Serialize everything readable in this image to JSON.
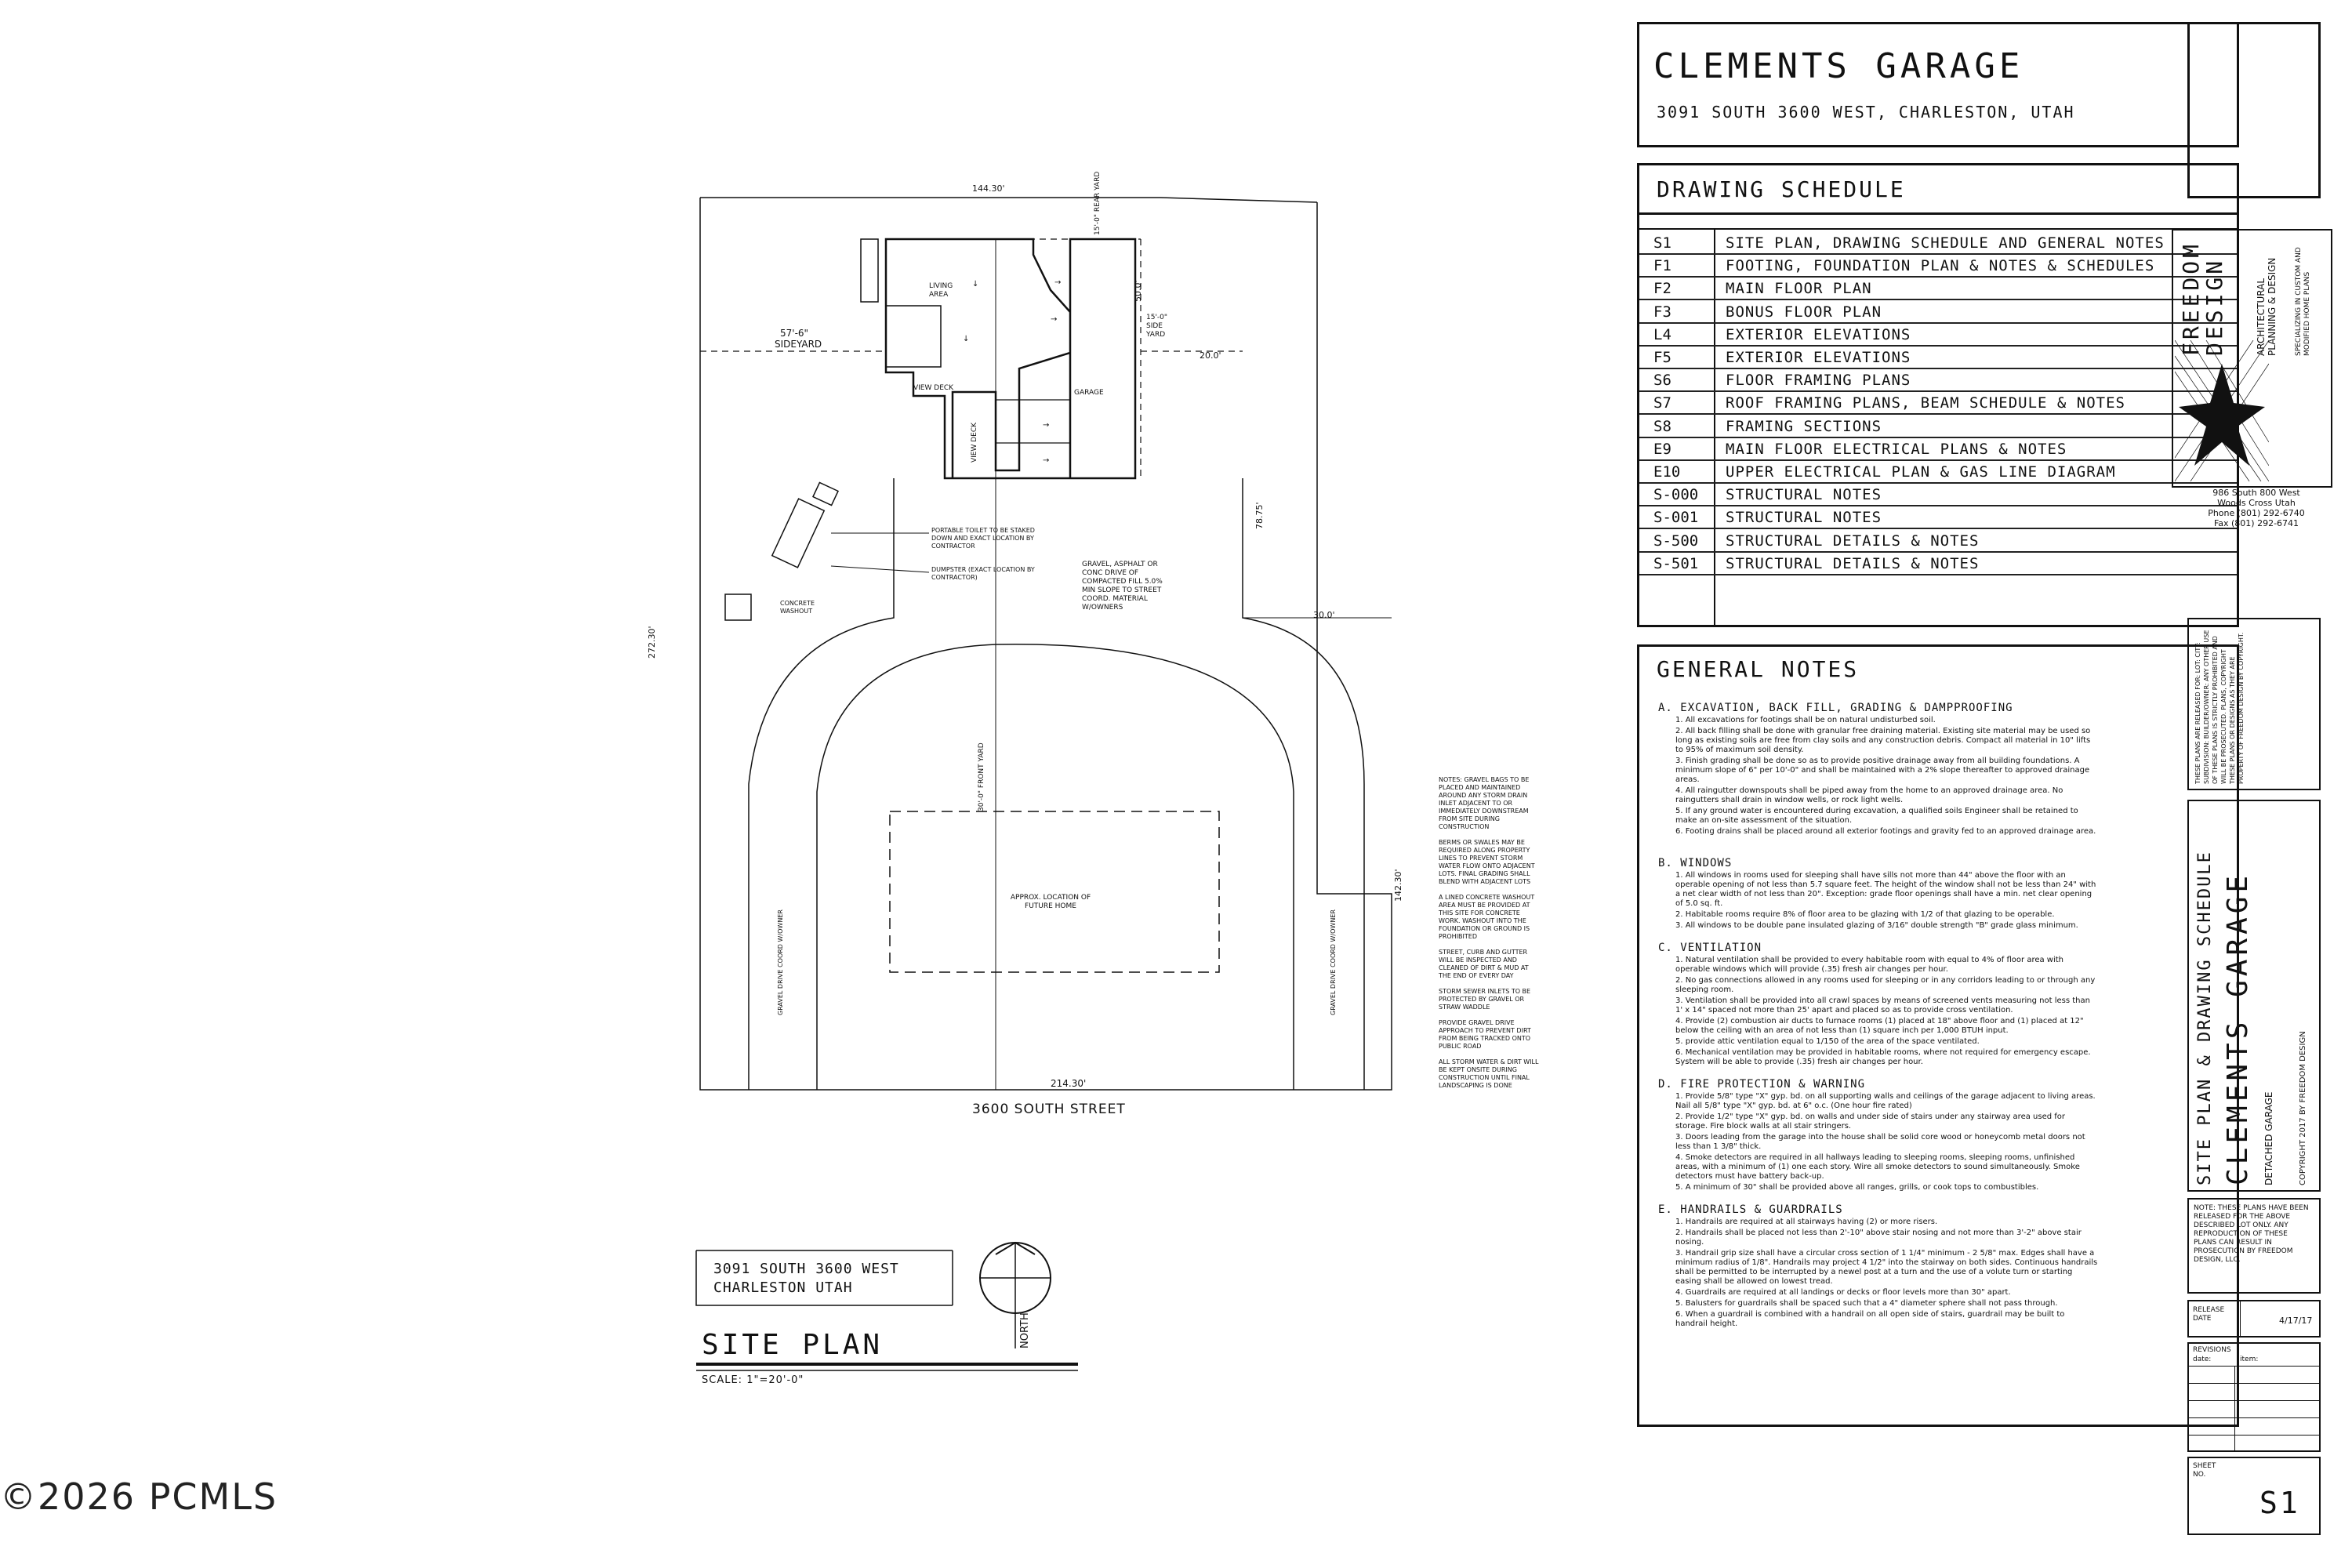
{
  "watermark": "©2026 PCMLS",
  "site_plan": {
    "title": "SITE PLAN",
    "scale": "SCALE: 1\"=20'-0\"",
    "address_line1": "3091 SOUTH 3600 WEST",
    "address_line2": "CHARLESTON UTAH",
    "street": "3600 SOUTH STREET",
    "north": "NORTH",
    "dims": {
      "top": "144.30'",
      "bottom": "214.30'",
      "left": "272.30'",
      "right": "142.30'",
      "right2": "78.75'",
      "sideyard": "57'-6\"",
      "sideyard_label": "SIDEYARD",
      "rear_yard": "15'-0\" REAR YARD",
      "side_yard": "15'-0\" SIDE YARD",
      "d20": "20.0'",
      "d30": "30.0'",
      "d50": "50.0'",
      "front_yard": "30'-0\" FRONT YARD"
    },
    "labels": {
      "living_area": "LIVING AREA",
      "view_deck": "VIEW DECK",
      "view_deck2": "VIEW DECK",
      "garage": "GARAGE",
      "toilet": "PORTABLE TOILET TO BE STAKED DOWN AND EXACT LOCATION BY CONTRACTOR",
      "dumpster": "DUMPSTER (EXACT LOCATION BY CONTRACTOR)",
      "washout": "CONCRETE WASHOUT",
      "gravel": "GRAVEL, ASPHALT OR CONC DRIVE OF COMPACTED FILL 5.0% MIN SLOPE TO STREET COORD. MATERIAL W/OWNERS",
      "future_home": "APPROX. LOCATION OF FUTURE HOME",
      "gravel_drive_l": "GRAVEL DRIVE COORD W/OWNER",
      "gravel_drive_r": "GRAVEL DRIVE COORD W/OWNER"
    },
    "side_notes": [
      "NOTES: GRAVEL BAGS TO BE PLACED AND MAINTAINED AROUND ANY STORM DRAIN INLET ADJACENT TO OR IMMEDIATELY DOWNSTREAM FROM SITE DURING CONSTRUCTION",
      "BERMS OR SWALES MAY BE REQUIRED ALONG PROPERTY LINES TO PREVENT STORM WATER FLOW ONTO ADJACENT LOTS. FINAL GRADING SHALL BLEND WITH ADJACENT LOTS",
      "A LINED CONCRETE WASHOUT AREA MUST BE PROVIDED AT THIS SITE FOR CONCRETE WORK. WASHOUT INTO THE FOUNDATION OR GROUND IS PROHIBITED",
      "STREET, CURB AND GUTTER WILL BE INSPECTED AND CLEANED OF DIRT & MUD AT THE END OF EVERY DAY",
      "STORM SEWER INLETS TO BE PROTECTED BY GRAVEL OR STRAW WADDLE",
      "PROVIDE GRAVEL DRIVE APPROACH TO PREVENT DIRT FROM BEING TRACKED ONTO PUBLIC ROAD",
      "ALL STORM WATER & DIRT WILL BE KEPT ONSITE DURING CONSTRUCTION UNTIL FINAL LANDSCAPING IS DONE"
    ]
  },
  "title_block": {
    "project": "CLEMENTS GARAGE",
    "address": "3091 SOUTH 3600 WEST, CHARLESTON, UTAH"
  },
  "drawing_schedule": {
    "heading": "DRAWING SCHEDULE",
    "rows": [
      {
        "code": "S1",
        "desc": "SITE PLAN, DRAWING SCHEDULE AND GENERAL NOTES"
      },
      {
        "code": "F1",
        "desc": "FOOTING, FOUNDATION PLAN & NOTES & SCHEDULES"
      },
      {
        "code": "F2",
        "desc": "MAIN FLOOR PLAN"
      },
      {
        "code": "F3",
        "desc": "BONUS FLOOR PLAN"
      },
      {
        "code": "L4",
        "desc": "EXTERIOR ELEVATIONS"
      },
      {
        "code": "F5",
        "desc": "EXTERIOR ELEVATIONS"
      },
      {
        "code": "S6",
        "desc": "FLOOR FRAMING PLANS"
      },
      {
        "code": "S7",
        "desc": "ROOF FRAMING PLANS, BEAM SCHEDULE & NOTES"
      },
      {
        "code": "S8",
        "desc": "FRAMING SECTIONS"
      },
      {
        "code": "E9",
        "desc": "MAIN FLOOR ELECTRICAL PLANS & NOTES"
      },
      {
        "code": "E10",
        "desc": "UPPER ELECTRICAL PLAN & GAS LINE DIAGRAM"
      },
      {
        "code": "S-000",
        "desc": "STRUCTURAL NOTES"
      },
      {
        "code": "S-001",
        "desc": "STRUCTURAL NOTES"
      },
      {
        "code": "S-500",
        "desc": "STRUCTURAL DETAILS & NOTES"
      },
      {
        "code": "S-501",
        "desc": "STRUCTURAL DETAILS & NOTES"
      }
    ]
  },
  "general_notes": {
    "heading": "GENERAL NOTES",
    "sections": [
      {
        "title": "A. EXCAVATION, BACK FILL, GRADING & DAMPPROOFING",
        "items": [
          "1. All excavations for footings shall be on natural undisturbed soil.",
          "2. All back filling shall be done with granular free draining material. Existing site material may be used so long as existing soils are free from clay soils and any construction debris. Compact all material in 10\" lifts to 95% of maximum soil density.",
          "3. Finish grading shall be done so as to provide positive drainage away from all building foundations. A minimum slope of 6\" per 10'-0\" and shall be maintained with a 2% slope thereafter to approved drainage areas.",
          "4. All raingutter downspouts shall be piped away from the home to an approved drainage area. No raingutters shall drain in window wells, or rock light wells.",
          "5. If any ground water is encountered during excavation, a qualified soils Engineer shall be retained to make an on-site assessment of the situation.",
          "6. Footing drains shall be placed around all exterior footings and gravity fed to an approved drainage area."
        ]
      },
      {
        "title": "B. WINDOWS",
        "items": [
          "1. All windows in rooms used for sleeping shall have sills not more than 44\" above the floor with an operable opening of not less than 5.7 square feet. The height of the window shall not be less than 24\" with a net clear width of not less than 20\". Exception: grade floor openings shall have a min. net clear opening of 5.0 sq. ft.",
          "2. Habitable rooms require 8% of floor area to be glazing with 1/2 of that glazing to be operable.",
          "3. All windows to be double pane insulated glazing of 3/16\" double strength \"B\" grade glass minimum."
        ]
      },
      {
        "title": "C. VENTILATION",
        "items": [
          "1. Natural ventilation shall be provided to every habitable room with equal to 4% of floor area with operable windows which will provide (.35) fresh air changes per hour.",
          "2. No gas connections allowed in any rooms used for sleeping or in any corridors leading to or through any sleeping room.",
          "3. Ventilation shall be provided into all crawl spaces by means of screened vents measuring not less than 1' x 14\" spaced not more than 25' apart and placed so as to provide cross ventilation.",
          "4. Provide (2) combustion air ducts to furnace rooms (1) placed at 18\" above floor and (1) placed at 12\" below the ceiling with an area of not less than (1) square inch per 1,000 BTUH input.",
          "5. provide attic ventilation equal to 1/150 of the area of the space ventilated.",
          "6. Mechanical ventilation may be provided in habitable rooms, where not required for emergency escape. System will be able to provide (.35) fresh air changes per hour."
        ]
      },
      {
        "title": "D. FIRE PROTECTION & WARNING",
        "items": [
          "1. Provide 5/8\" type \"X\" gyp. bd. on all supporting walls and ceilings of the garage adjacent to living areas. Nail all 5/8\" type \"X\" gyp. bd. at 6\" o.c. (One hour fire rated)",
          "2. Provide 1/2\" type \"X\" gyp. bd. on walls and under side of stairs under any stairway area used for storage. Fire block walls at all stair stringers.",
          "3. Doors leading from the garage into the house shall be solid core wood or honeycomb metal doors not less than 1 3/8\" thick.",
          "4. Smoke detectors are required in all hallways leading to sleeping rooms, sleeping rooms, unfinished areas, with a minimum of (1) one each story. Wire all smoke detectors to sound simultaneously. Smoke detectors must have battery back-up.",
          "5. A minimum of 30\" shall be provided above all ranges, grills, or cook tops to combustibles."
        ]
      },
      {
        "title": "E. HANDRAILS & GUARDRAILS",
        "items": [
          "1. Handrails are required at all stairways having (2) or more risers.",
          "2. Handrails shall be placed not less than 2'-10\" above stair nosing and not more than 3'-2\" above stair nosing.",
          "3. Handrail grip size shall have a circular cross section of 1 1/4\" minimum - 2 5/8\" max. Edges shall have a minimum radius of 1/8\". Handrails may project 4 1/2\" into the stairway on both sides. Continuous handrails shall be permitted to be interrupted by a newel post at a turn and the use of a volute turn or starting easing shall be allowed on lowest tread.",
          "4. Guardrails are required at all landings or decks or floor levels more than 30\" apart.",
          "5. Balusters for guardrails shall be spaced such that a 4\" diameter sphere shall not pass through.",
          "6. When a guardrail is combined with a handrail on all open side of stairs, guardrail may be built to handrail height."
        ]
      }
    ]
  },
  "side_block": {
    "firm": "FREEDOM DESIGN",
    "firm_tag1": "ARCHITECTURAL PLANNING & DESIGN",
    "firm_tag2": "SPECIALIZING IN CUSTOM AND MODIFIED HOME PLANS",
    "firm_addr": [
      "986 South 800 West",
      "Woods Cross Utah",
      "Phone (801) 292-6740",
      "Fax (801) 292-6741"
    ],
    "release_text": "THESE PLANS ARE RELEASED FOR: LOT: CITY: SUBDIVISION: BUILDER/OWNER: ANY OTHER USE OF THESE PLANS IS STRICTLY PROHIBITED AND WILL BE PROSECUTED. PLANS, COPYRIGHT THESE PLANS OR DESIGNS AS THEY ARE PROPERTY OF FREEDOM DESIGN BY COPYRIGHT.",
    "sheet_title": "SITE PLAN & DRAWING SCHEDULE",
    "project": "CLEMENTS GARAGE",
    "subtitle": "DETACHED GARAGE",
    "copyright": "COPYRIGHT 2017 BY FREEDOM DESIGN",
    "note": "NOTE: THESE PLANS HAVE BEEN RELEASED FOR THE ABOVE DESCRIBED LOT ONLY. ANY REPRODUCTION OF THESE PLANS CAN RESULT IN PROSECUTION BY FREEDOM DESIGN, LLC.",
    "release_label": "RELEASE DATE",
    "release_date": "4/17/17",
    "revisions": "REVISIONS",
    "rev_date": "date:",
    "rev_item": "item:",
    "sheet_label": "SHEET NO.",
    "sheet_no": "S1"
  }
}
